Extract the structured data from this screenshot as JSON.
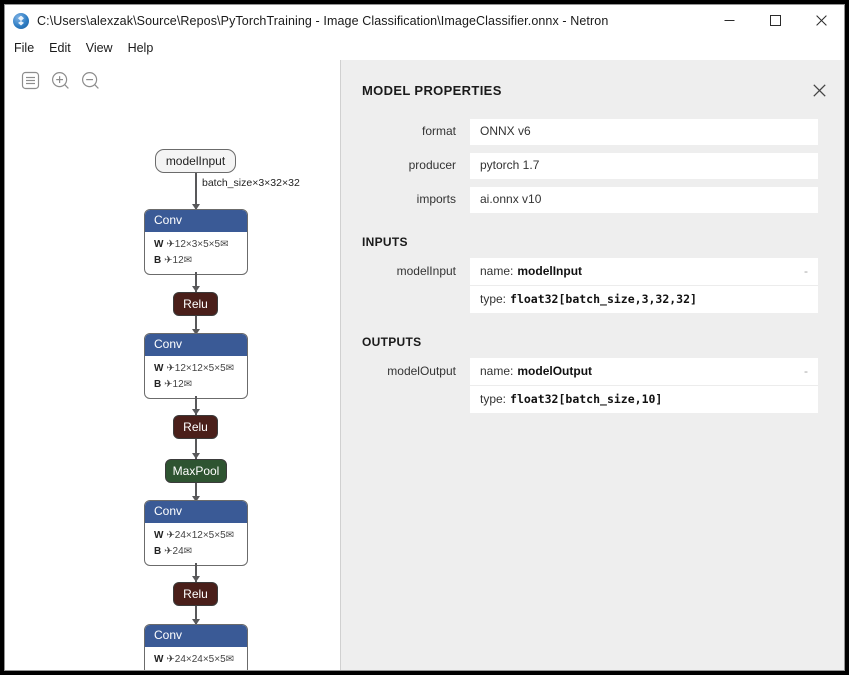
{
  "window": {
    "title": "C:\\Users\\alexzak\\Source\\Repos\\PyTorchTraining - Image Classification\\ImageClassifier.onnx - Netron",
    "app_icon": "netron-icon",
    "controls": {
      "minimize": "minimize-icon",
      "maximize": "maximize-icon",
      "close": "close-icon"
    }
  },
  "menubar": {
    "items": [
      {
        "label": "File"
      },
      {
        "label": "Edit"
      },
      {
        "label": "View"
      },
      {
        "label": "Help"
      }
    ]
  },
  "toolbar": {
    "buttons": [
      {
        "icon": "menu-icon"
      },
      {
        "icon": "zoom-in-icon"
      },
      {
        "icon": "zoom-out-icon"
      }
    ]
  },
  "graph": {
    "nodes": [
      {
        "id": "modelInput",
        "kind": "io",
        "label": "modelInput"
      },
      {
        "id": "conv1",
        "kind": "conv",
        "label": "Conv",
        "params": [
          {
            "name": "W",
            "value": "✈12×3×5×5✉"
          },
          {
            "name": "B",
            "value": "✈12✉"
          }
        ]
      },
      {
        "id": "relu1",
        "kind": "relu",
        "label": "Relu"
      },
      {
        "id": "conv2",
        "kind": "conv",
        "label": "Conv",
        "params": [
          {
            "name": "W",
            "value": "✈12×12×5×5✉"
          },
          {
            "name": "B",
            "value": "✈12✉"
          }
        ]
      },
      {
        "id": "relu2",
        "kind": "relu",
        "label": "Relu"
      },
      {
        "id": "maxpool1",
        "kind": "maxpool",
        "label": "MaxPool"
      },
      {
        "id": "conv3",
        "kind": "conv",
        "label": "Conv",
        "params": [
          {
            "name": "W",
            "value": "✈24×12×5×5✉"
          },
          {
            "name": "B",
            "value": "✈24✉"
          }
        ]
      },
      {
        "id": "relu3",
        "kind": "relu",
        "label": "Relu"
      },
      {
        "id": "conv4",
        "kind": "conv",
        "label": "Conv",
        "params": [
          {
            "name": "W",
            "value": "✈24×24×5×5✉"
          }
        ]
      }
    ],
    "edge_labels": [
      {
        "from": "modelInput",
        "to": "conv1",
        "label": "batch_size×3×32×32"
      }
    ],
    "colors": {
      "conv_header": "#3a5a96",
      "relu": "#4a1f1a",
      "maxpool": "#2e5431",
      "io_fill": "#f4f4f4",
      "edge": "#58585a"
    }
  },
  "sidebar": {
    "title": "MODEL PROPERTIES",
    "close_icon": "close-icon",
    "properties": [
      {
        "label": "format",
        "value": "ONNX v6"
      },
      {
        "label": "producer",
        "value": "pytorch 1.7"
      },
      {
        "label": "imports",
        "value": "ai.onnx v10"
      }
    ],
    "inputs_title": "INPUTS",
    "inputs": [
      {
        "label": "modelInput",
        "name_key": "name:",
        "name_value": "modelInput",
        "type_key": "type:",
        "type_value": "float32[batch_size,3,32,32]",
        "collapse": "-"
      }
    ],
    "outputs_title": "OUTPUTS",
    "outputs": [
      {
        "label": "modelOutput",
        "name_key": "name:",
        "name_value": "modelOutput",
        "type_key": "type:",
        "type_value": "float32[batch_size,10]",
        "collapse": "-"
      }
    ]
  }
}
